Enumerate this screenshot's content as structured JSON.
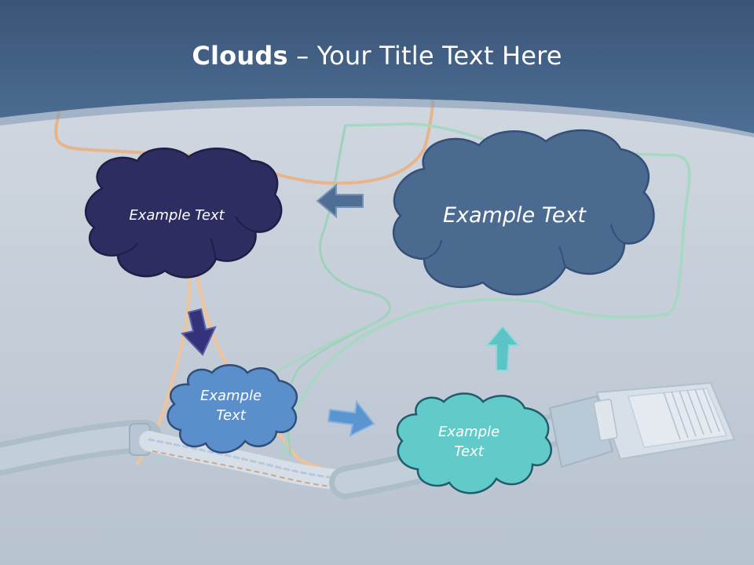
{
  "slide": {
    "title_bold": "Clouds",
    "title_separator": " – ",
    "title_rest": "Your Title Text Here"
  },
  "clouds": [
    {
      "id": "dark-navy",
      "line1": "Example Text",
      "line2": "",
      "color": "#2e2d62"
    },
    {
      "id": "large-steel-blue",
      "line1": "Example Text",
      "line2": "",
      "color": "#4b6a8f"
    },
    {
      "id": "medium-blue",
      "line1": "Example",
      "line2": "Text",
      "color": "#5b8fcb"
    },
    {
      "id": "teal",
      "line1": "Example",
      "line2": "Text",
      "color": "#62cbc9"
    }
  ],
  "arrows": [
    {
      "id": "arrow-left",
      "direction": "left",
      "color": "#4e6e96"
    },
    {
      "id": "arrow-down",
      "direction": "down-right",
      "color": "#33327a"
    },
    {
      "id": "arrow-right",
      "direction": "right",
      "color": "#5b95d0"
    },
    {
      "id": "arrow-up",
      "direction": "up",
      "color": "#5cc4c6"
    }
  ],
  "colors": {
    "header": "#3d5a80",
    "background": "#c9d1dc"
  }
}
